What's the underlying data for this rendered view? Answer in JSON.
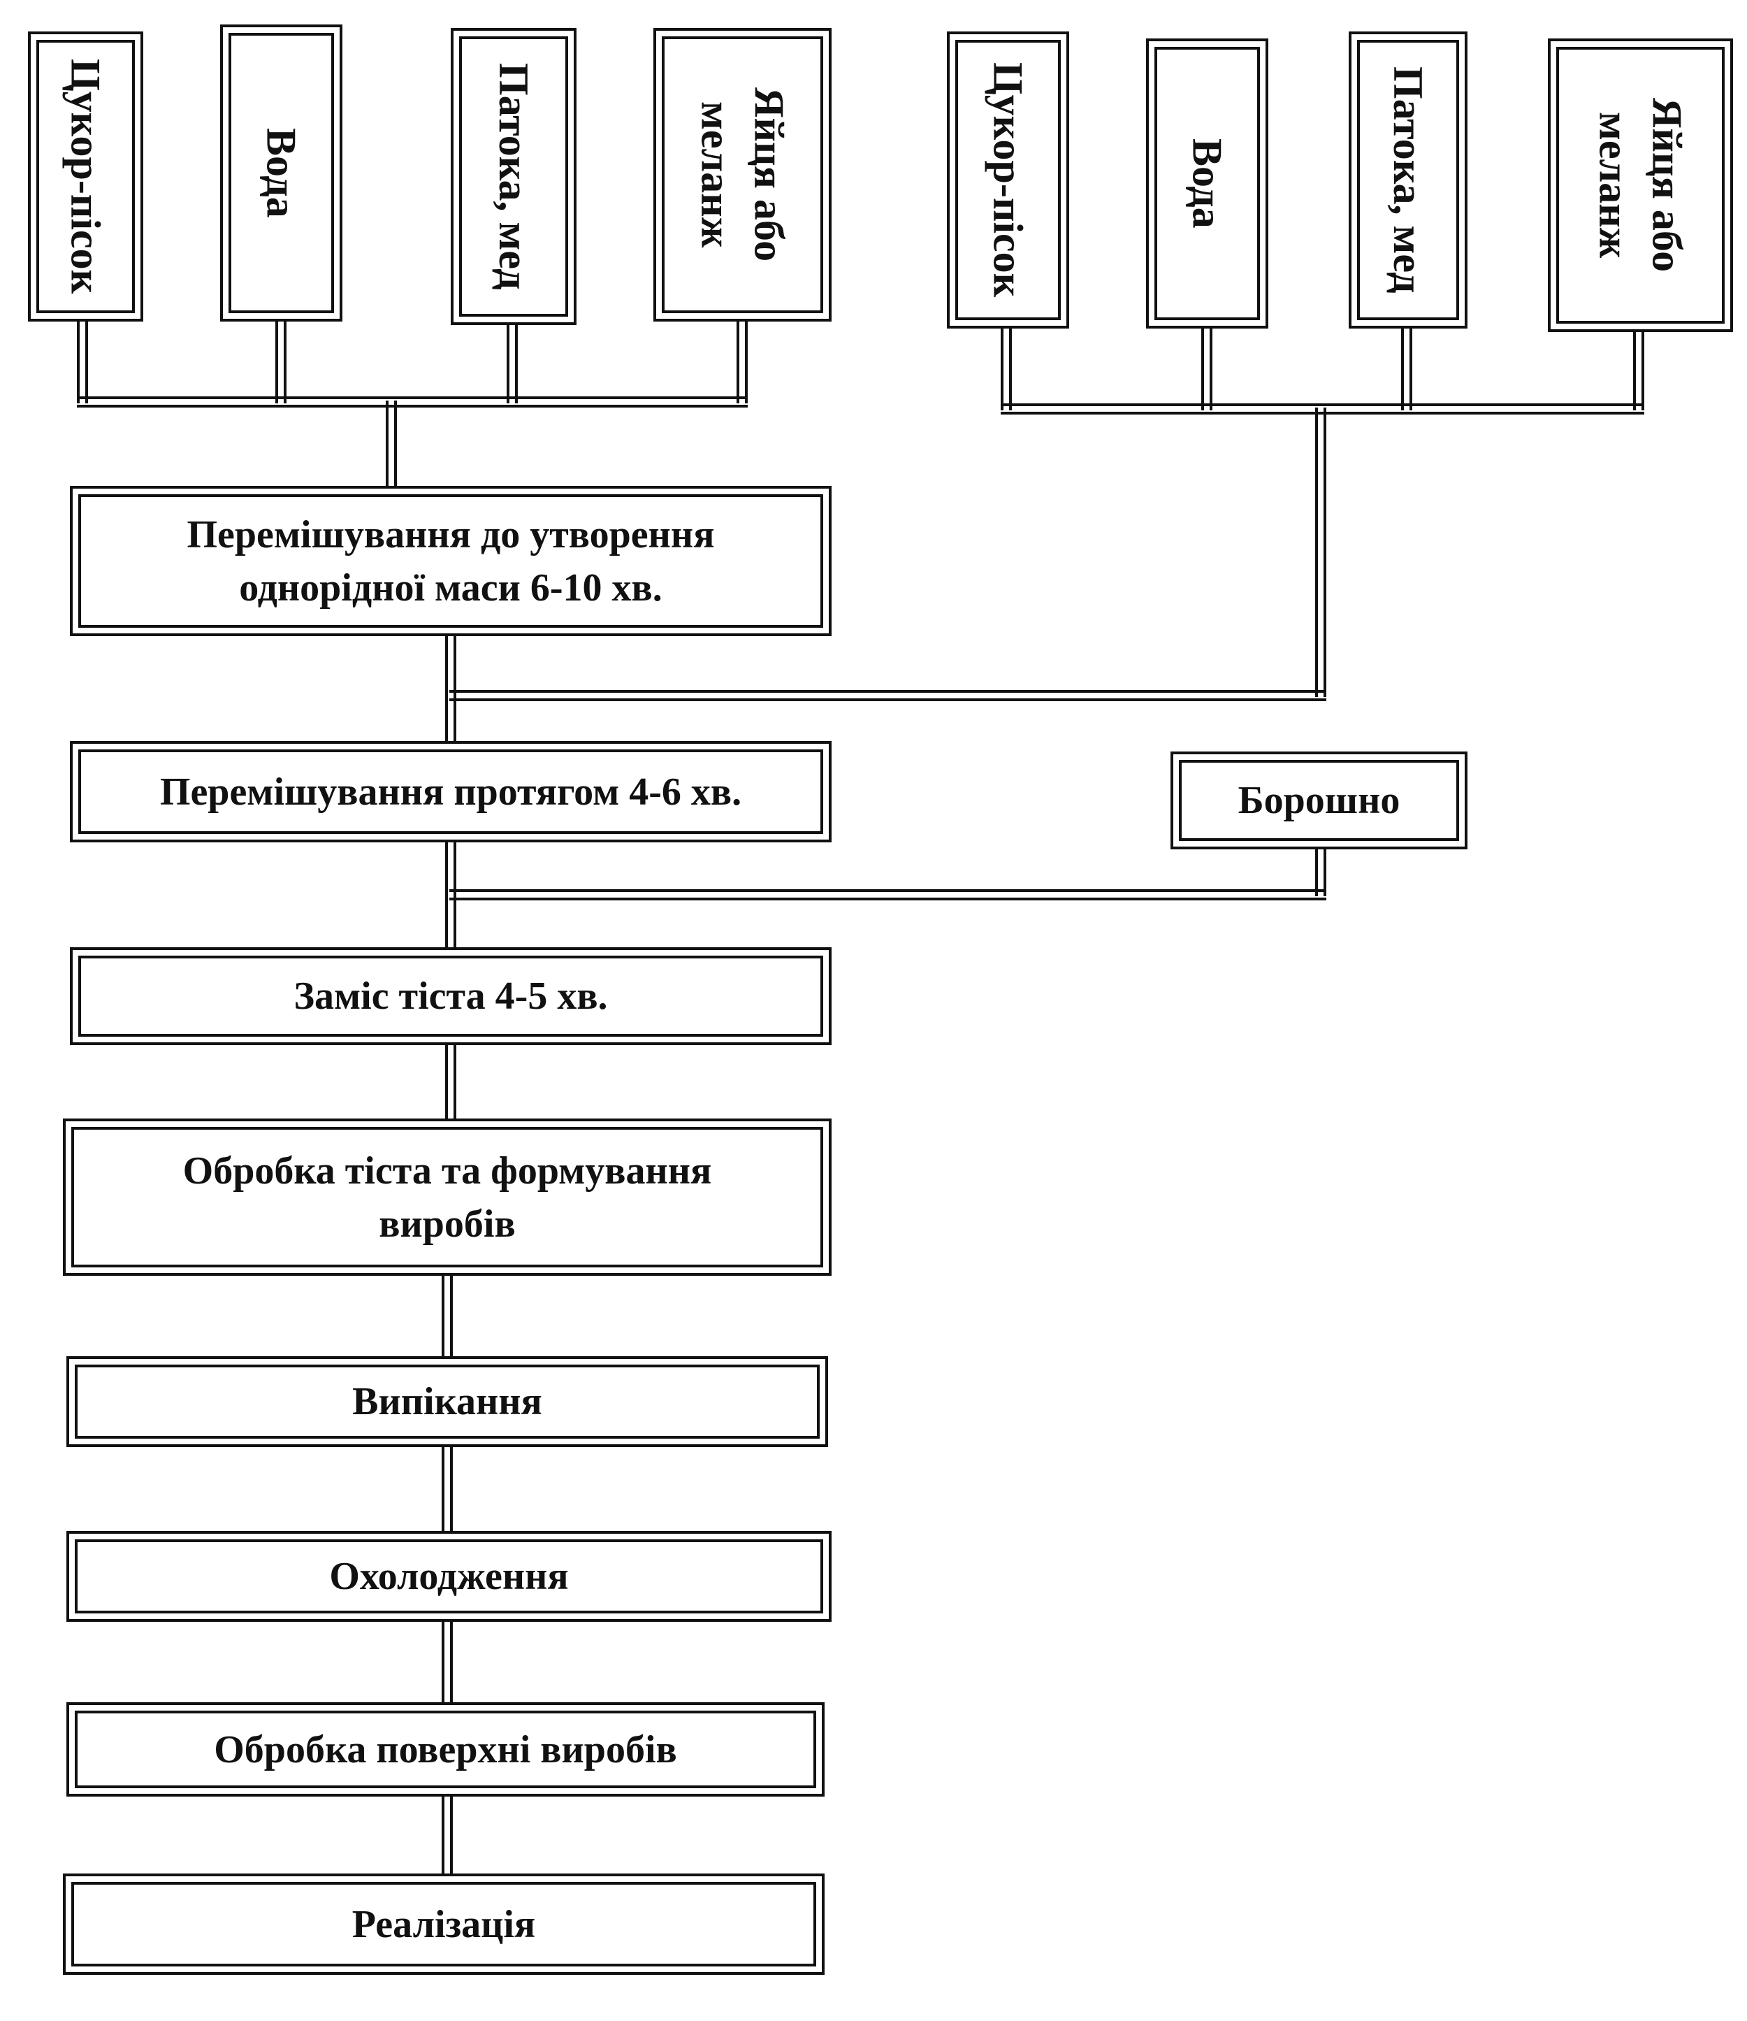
{
  "colors": {
    "line": "#111111",
    "background": "#ffffff"
  },
  "left_ingredients": {
    "sugar": "Цукор-пісок",
    "water": "Вода",
    "molasses": "Патока, мед",
    "eggs": "Яйця або меланж"
  },
  "right_ingredients": {
    "sugar": "Цукор-пісок",
    "water": "Вода",
    "molasses": "Патока, мед",
    "eggs": "Яйця або меланж"
  },
  "flour": "Борошно",
  "steps": {
    "mix_homogeneous": "Перемішування до утворення однорідної маси 6-10 хв.",
    "mix_4_6": "Перемішування протягом 4-6 хв.",
    "knead": "Заміс тіста 4-5 хв.",
    "shape": "Обробка тіста та формування виробів",
    "bake": "Випікання",
    "cool": "Охолодження",
    "surface": "Обробка поверхні виробів",
    "sale": "Реалізація"
  }
}
